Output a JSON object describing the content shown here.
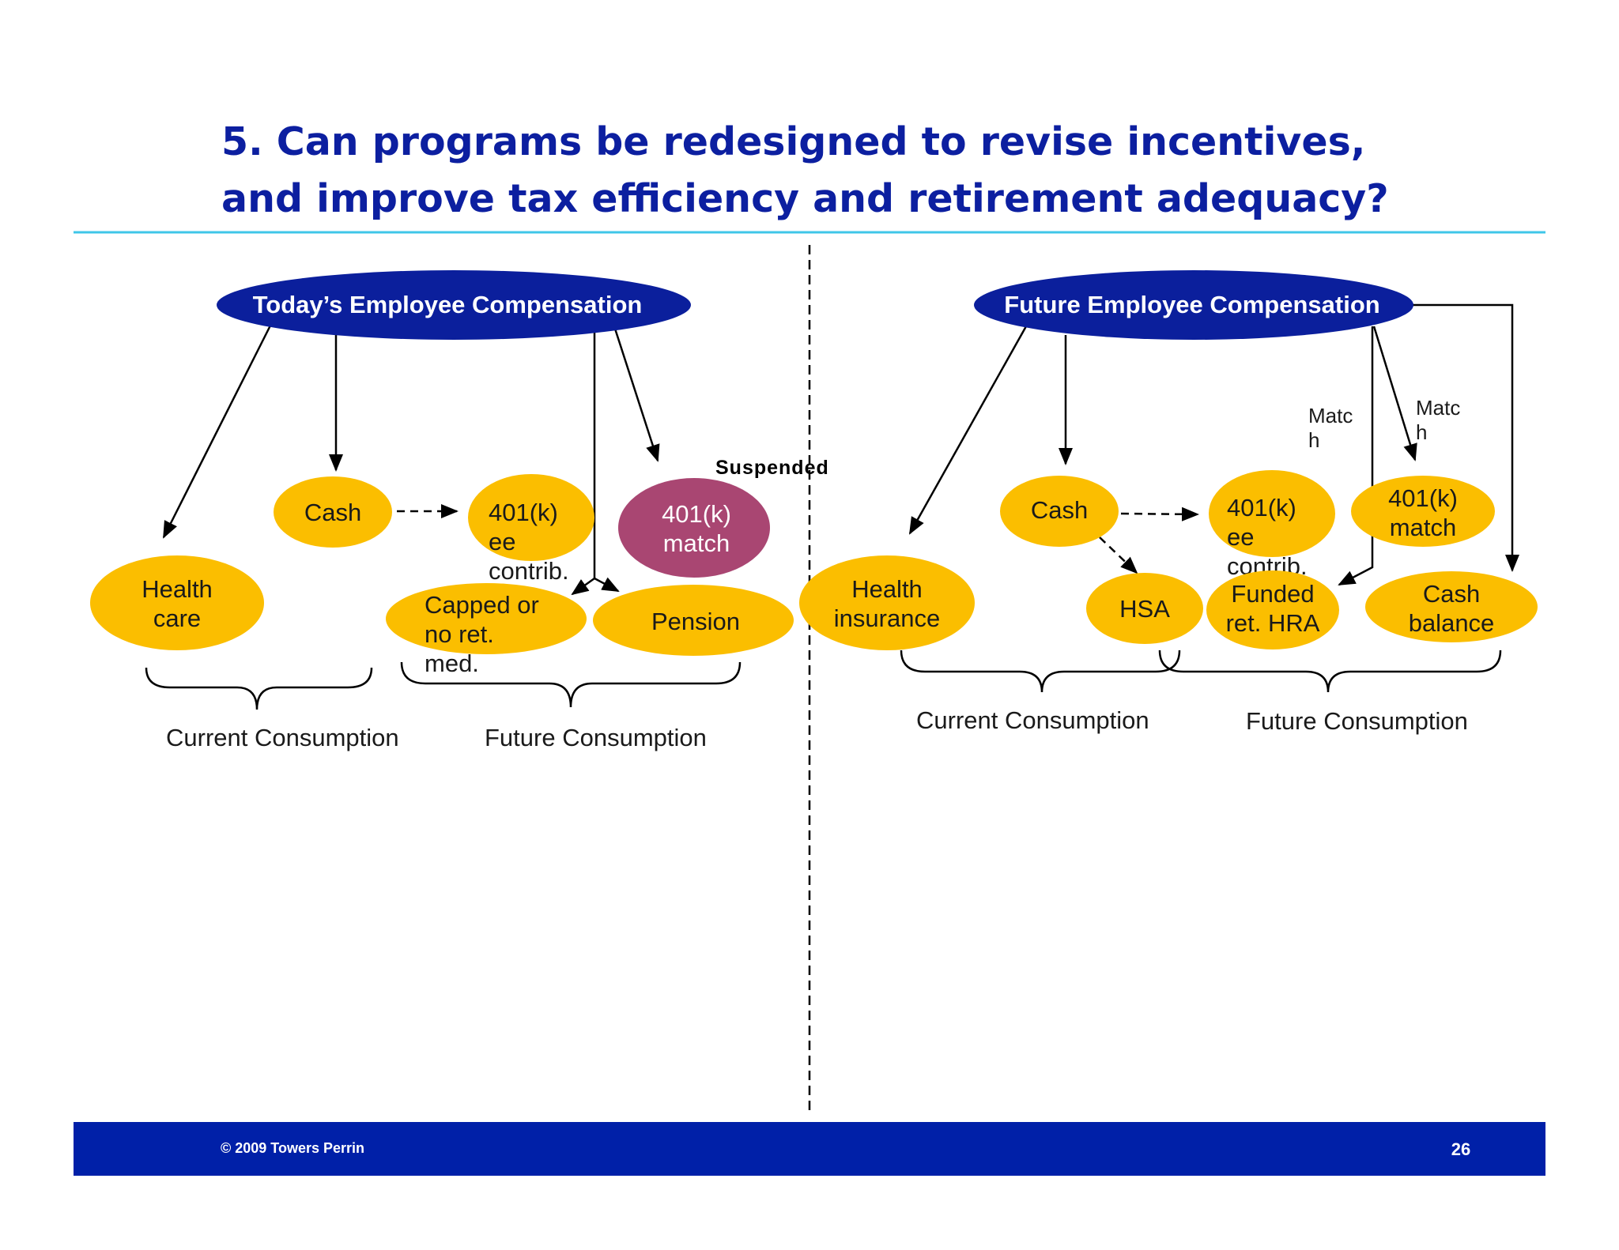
{
  "title": {
    "line1": "5. Can programs be redesigned to revise incentives,",
    "line2": "and improve tax efficiency and retirement adequacy?"
  },
  "left": {
    "header": "Today’s Employee Compensation",
    "nodes": {
      "cash": "Cash",
      "k401_ee": [
        "401(k)",
        "ee",
        "contrib."
      ],
      "k401_match": [
        "401(k)",
        "match"
      ],
      "health_care": [
        "Health",
        "care"
      ],
      "capped": [
        "Capped or",
        "no ret.",
        "med."
      ],
      "pension": "Pension"
    },
    "suspended_label": "Suspended",
    "current_consumption": "Current Consumption",
    "future_consumption": "Future Consumption"
  },
  "right": {
    "header": "Future Employee Compensation",
    "nodes": {
      "cash": "Cash",
      "k401_ee": [
        "401(k)",
        "ee",
        "contrib."
      ],
      "k401_match": [
        "401(k)",
        "match"
      ],
      "health_insurance": [
        "Health",
        "insurance"
      ],
      "hsa": "HSA",
      "funded_hra": [
        "Funded",
        "ret. HRA"
      ],
      "cash_balance": [
        "Cash",
        "balance"
      ]
    },
    "match_label_1": [
      "Matc",
      "h"
    ],
    "match_label_2": [
      "Matc",
      "h"
    ],
    "current_consumption": "Current Consumption",
    "future_consumption": "Future Consumption"
  },
  "footer": {
    "copyright": "© 2009 Towers Perrin",
    "page_number": "26"
  },
  "colors": {
    "title": "#0c1fa0",
    "header_oval": "#0b1f9c",
    "node_oval": "#fbbe00",
    "suspended_oval": "#a94672",
    "rule": "#3fc6e8",
    "footer_bar": "#0020a8"
  }
}
